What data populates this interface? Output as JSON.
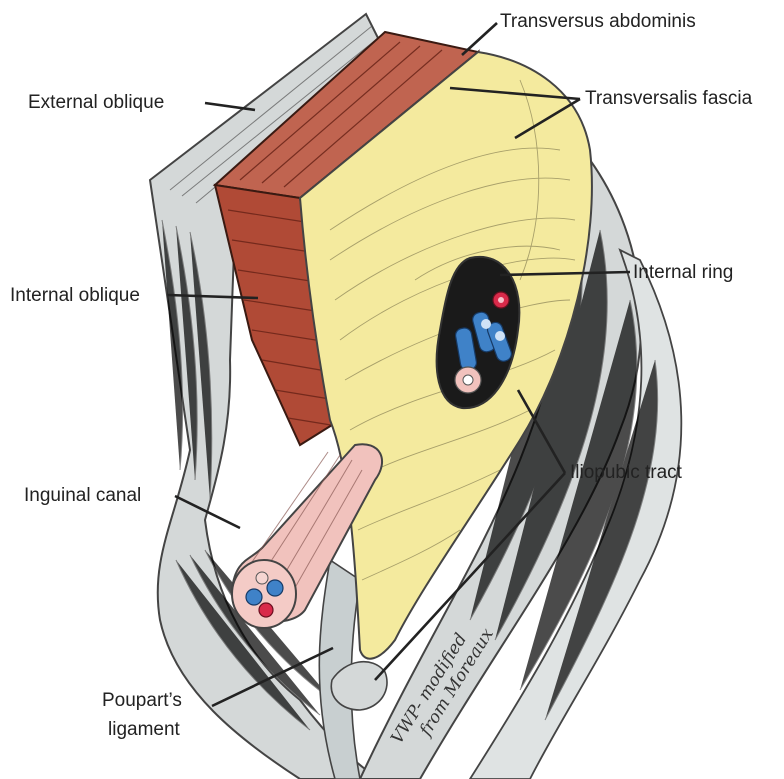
{
  "labels": {
    "transversus_abdominis": "Transversus abdominis",
    "transversalis_fascia": "Transversalis fascia",
    "external_oblique": "External oblique",
    "internal_ring": "Internal ring",
    "internal_oblique": "Internal oblique",
    "iliopubic_tract": "Iliopubic tract",
    "inguinal_canal": "Inguinal canal",
    "pouparts_ligament_line1": "Poupart’s",
    "pouparts_ligament_line2": "ligament"
  },
  "signature": {
    "line1": "VWP- modified",
    "line2": "from Moreaux"
  },
  "colors": {
    "external_oblique": "#d4d8d8",
    "transversus_muscle": "#b8533f",
    "transversalis_fascia": "#f4ea9e",
    "cord": "#f1c2bd",
    "vessel_blue": "#3f82c8",
    "vessel_red": "#d92a4a",
    "ring_dark": "#1a1a1a"
  }
}
